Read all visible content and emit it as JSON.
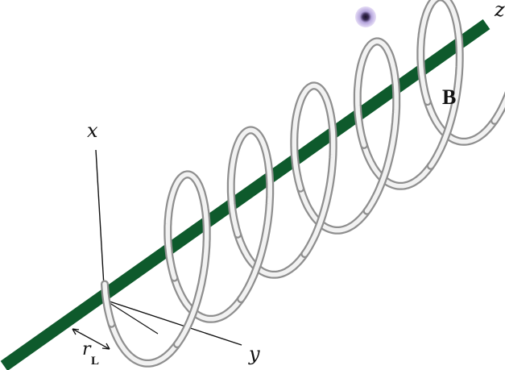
{
  "labels": {
    "z_axis": "z",
    "x_axis": "x",
    "y_axis": "y",
    "field": "B",
    "radius": "r",
    "radius_sub": "L"
  },
  "colors": {
    "field_line": "#0e5a2c",
    "helix_dark": "#8f8f8f",
    "helix_light": "#f2f2f2",
    "particle": "#c9b9e8",
    "particle_core": "#2a1f3d",
    "axis_line": "#111111"
  },
  "helix": {
    "turns": 5
  }
}
